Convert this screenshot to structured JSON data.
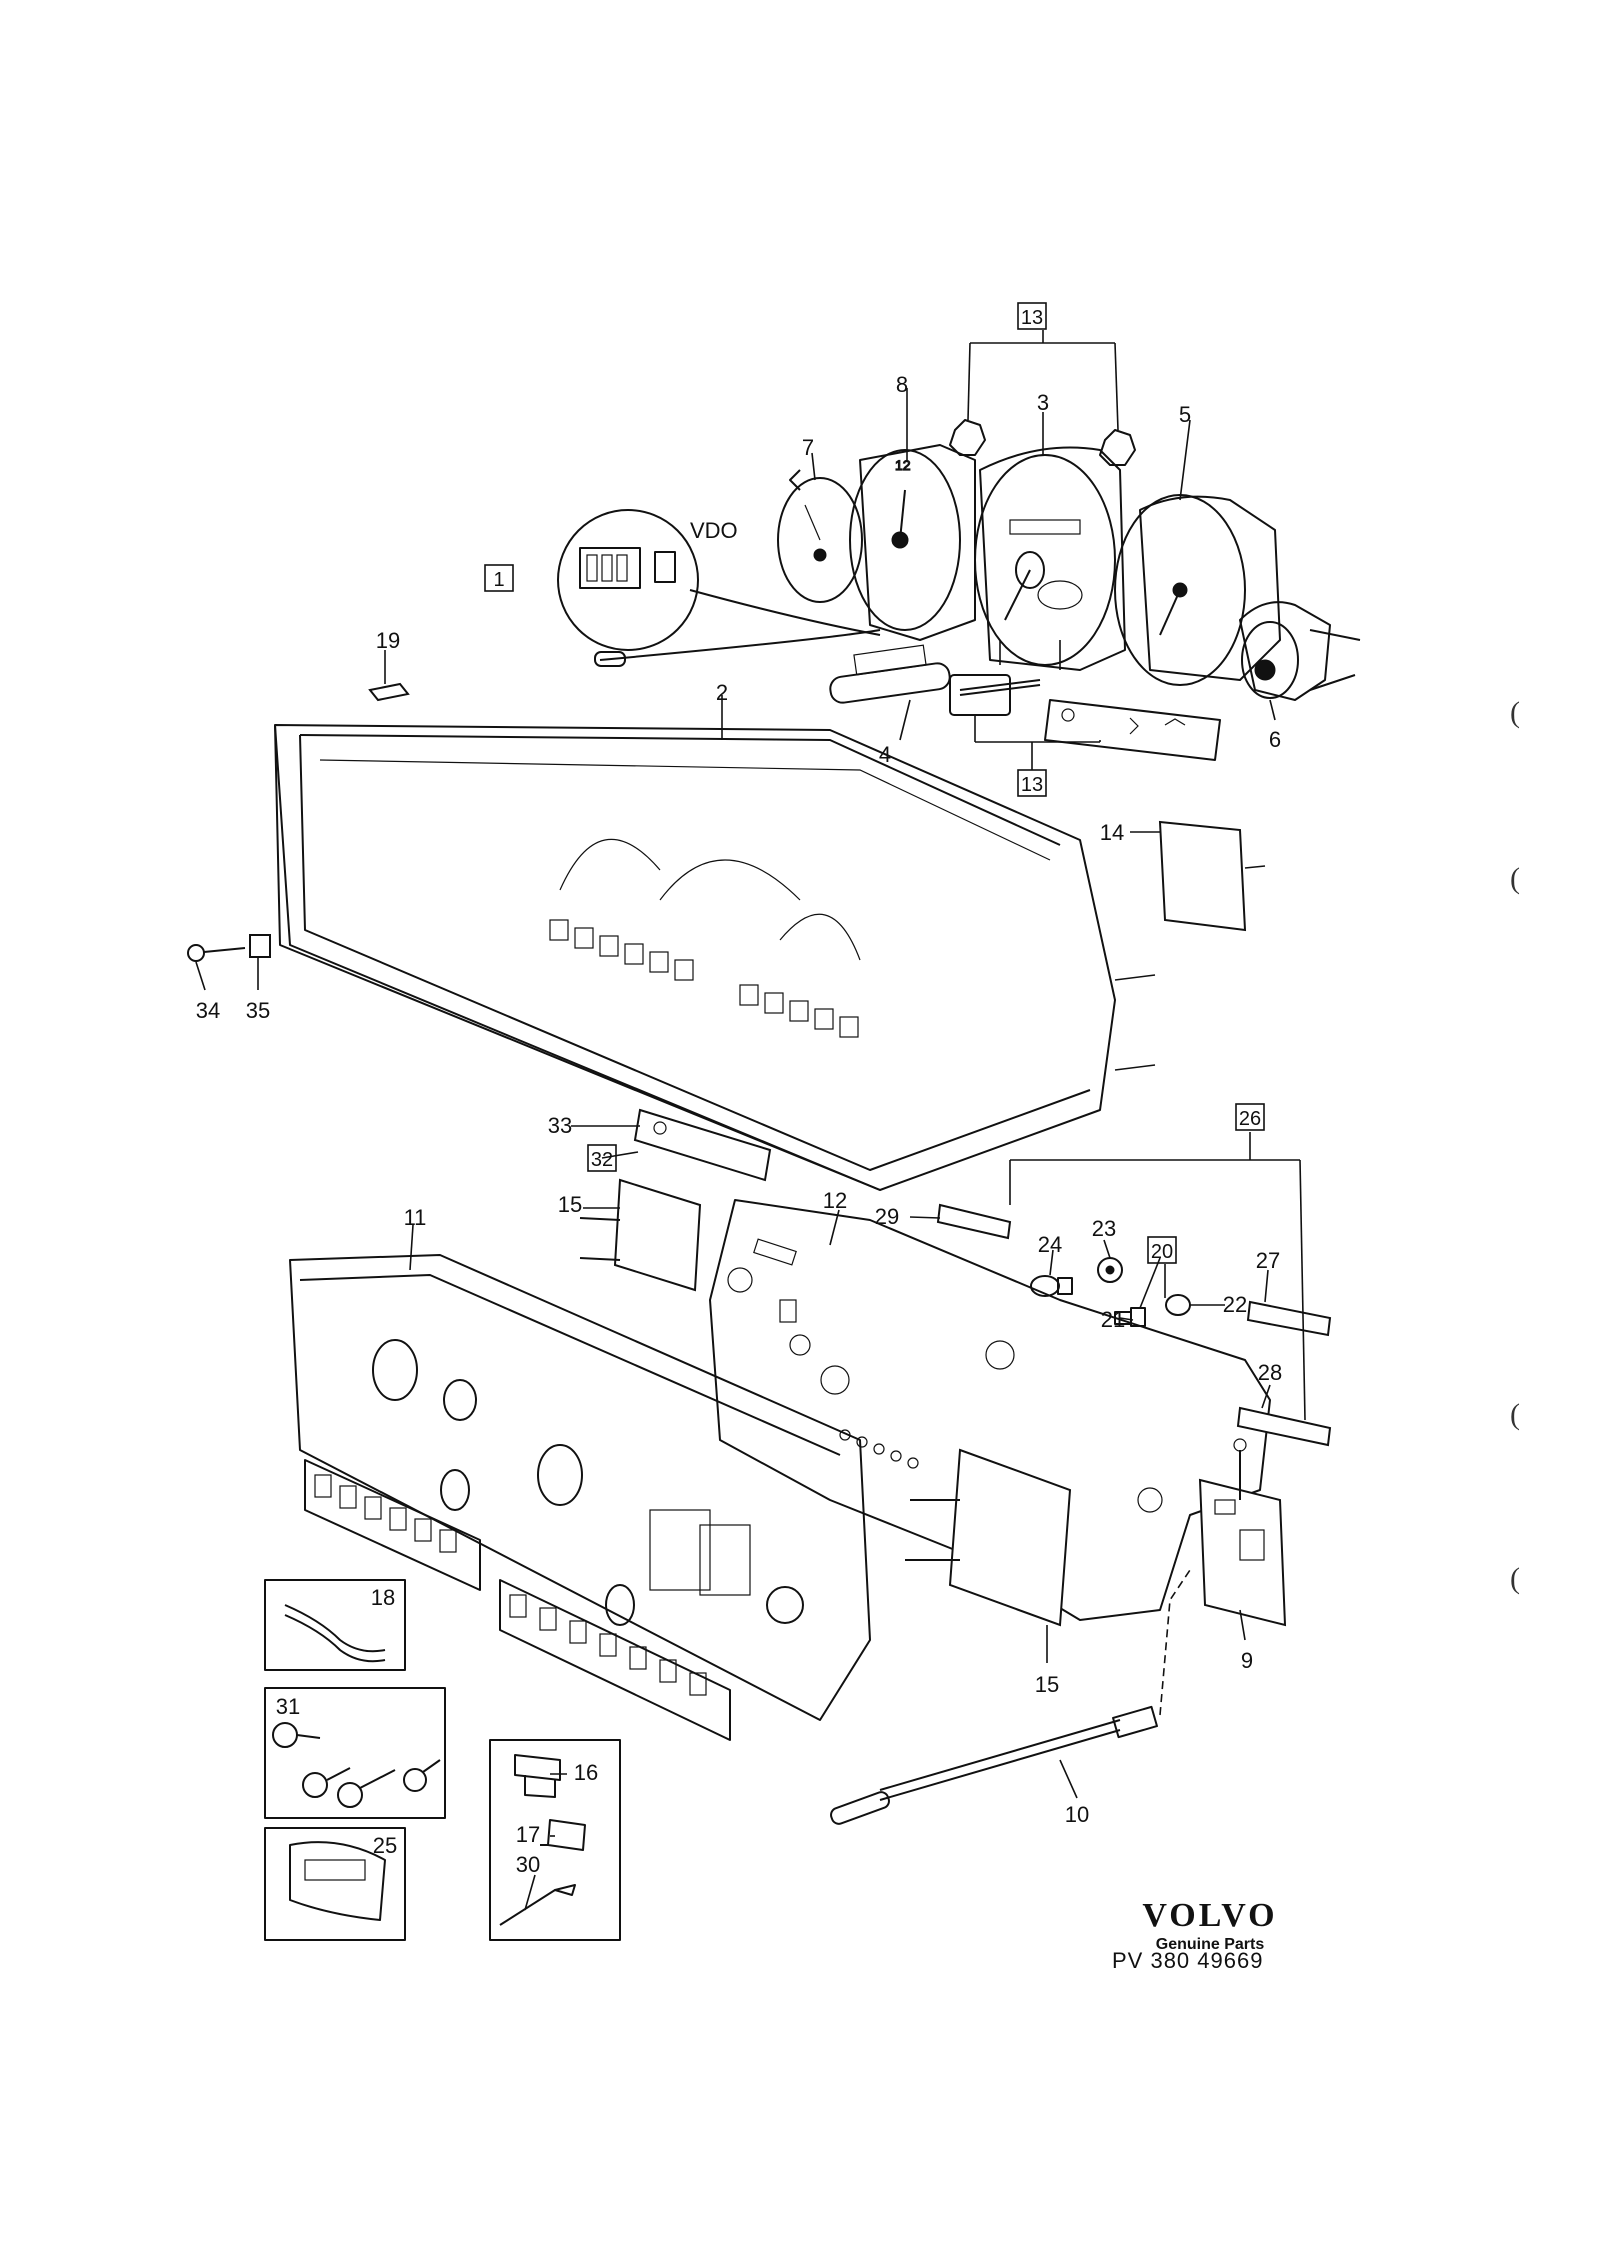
{
  "callouts": {
    "c1": "1",
    "c2": "2",
    "c3": "3",
    "c4": "4",
    "c5": "5",
    "c6": "6",
    "c7": "7",
    "c8": "8",
    "c9": "9",
    "c10": "10",
    "c11": "11",
    "c12": "12",
    "c13a": "13",
    "c13b": "13",
    "c14": "14",
    "c15a": "15",
    "c15b": "15",
    "c16": "16",
    "c17": "17",
    "c18": "18",
    "c19": "19",
    "c20": "20",
    "c21": "21",
    "c22": "22",
    "c23": "23",
    "c24": "24",
    "c25": "25",
    "c26": "26",
    "c27": "27",
    "c28": "28",
    "c29": "29",
    "c30": "30",
    "c31": "31",
    "c32": "32",
    "c33": "33",
    "c34": "34",
    "c35": "35"
  },
  "inset": {
    "label": "VDO"
  },
  "brand": {
    "logo": "VOLVO",
    "tagline": "Genuine Parts",
    "code": "PV 380 49669"
  }
}
